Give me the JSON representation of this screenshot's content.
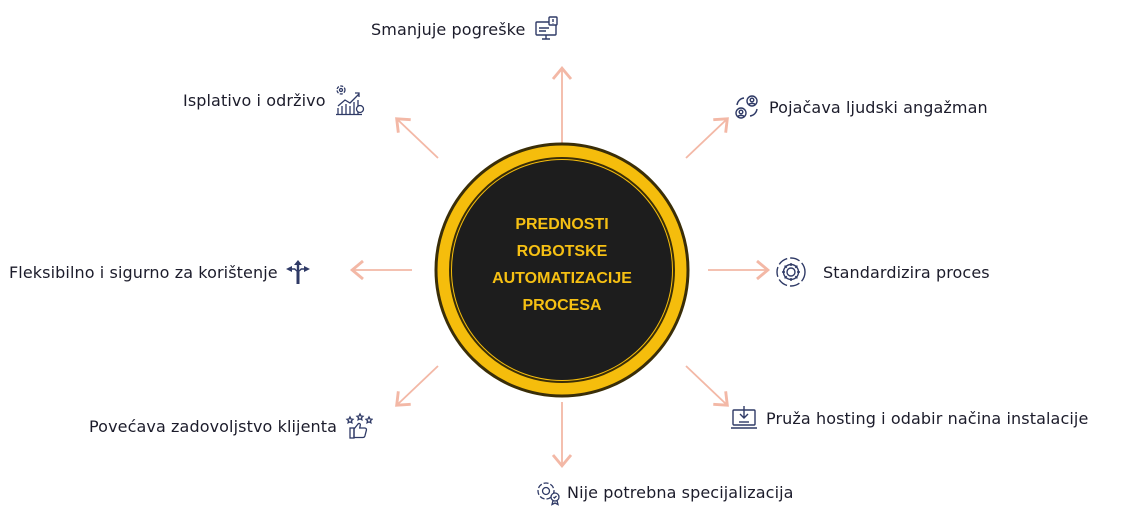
{
  "diagram": {
    "center": {
      "lines": [
        "PREDNOSTI",
        "ROBOTSKE",
        "AUTOMATIZACIJE",
        "PROCESA"
      ]
    },
    "colors": {
      "ring": "#f5bd0c",
      "ring_dark": "#3a2e08",
      "hub": "#1d1d1d",
      "hub_text": "#f6c013",
      "arrow": "#f3b8a6",
      "icon": "#2f3a66"
    },
    "benefits": [
      {
        "label": "Smanjuje pogreške",
        "icon": "computer-error-icon"
      },
      {
        "label": "Pojačava ljudski angažman",
        "icon": "people-cycle-icon"
      },
      {
        "label": "Standardizira proces",
        "icon": "gear-icon"
      },
      {
        "label": "Pruža hosting i odabir načina instalacije",
        "icon": "download-monitor-icon"
      },
      {
        "label": "Nije potrebna specijalizacija",
        "icon": "gear-certificate-icon"
      },
      {
        "label": "Povećava zadovoljstvo klijenta",
        "icon": "thumbs-up-stars-icon"
      },
      {
        "label": "Fleksibilno i sigurno za korištenje",
        "icon": "split-arrows-icon"
      },
      {
        "label": "Isplativo i održivo",
        "icon": "growth-chart-icon"
      }
    ]
  }
}
